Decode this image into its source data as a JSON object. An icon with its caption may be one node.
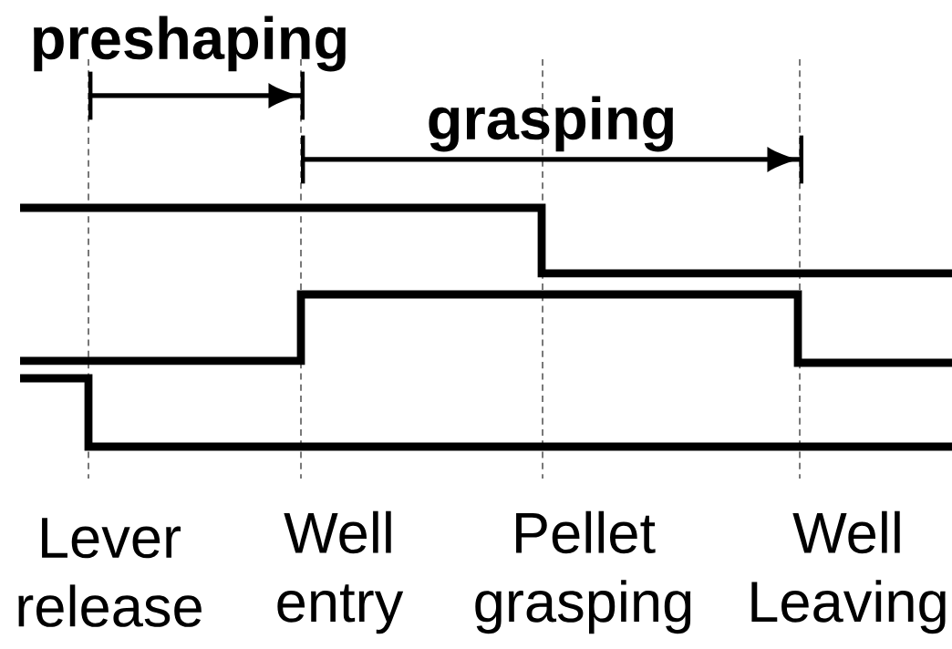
{
  "diagram": {
    "labels": [
      "preshaping",
      "grasping",
      "Lever release",
      "Well entry",
      "Pellet grasping",
      "Well Leaving"
    ]
  }
}
